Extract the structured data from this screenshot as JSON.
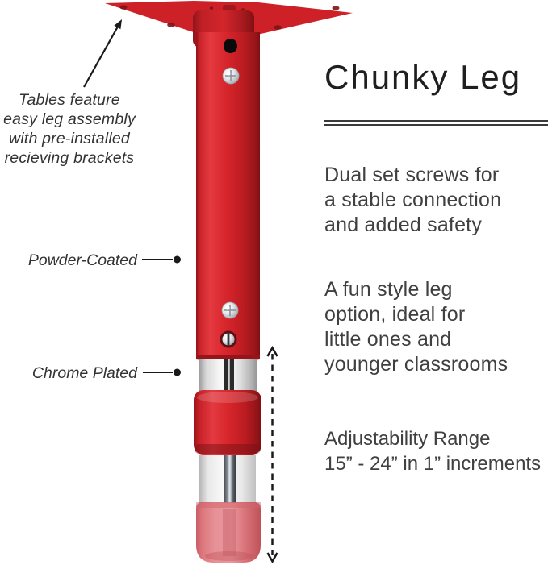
{
  "colors": {
    "background": "#ffffff",
    "leg_red": "#ce2127",
    "leg_red_dark": "#8e1317",
    "chrome_silver": "#e8e8e8",
    "foot_red": "#dd6f76",
    "title_text": "#1f1f1f",
    "body_text": "#404040",
    "annotation_text": "#333333",
    "divider_color": "#3a3a3a",
    "line_black": "#1a1a1a"
  },
  "left_annotations": {
    "assembly_note": {
      "lines": [
        "Tables feature",
        "easy leg assembly",
        "with pre-installed",
        "recieving brackets"
      ]
    },
    "powder_coated_label": "Powder-Coated",
    "chrome_plated_label": "Chrome Plated"
  },
  "right_panel": {
    "title": "Chunky Leg",
    "feature_1": {
      "lines": [
        "Dual set screws for",
        "a stable connection",
        "and added safety"
      ]
    },
    "feature_2": {
      "lines": [
        "A fun style leg",
        "option, ideal for",
        "little ones and",
        "younger classrooms"
      ]
    },
    "feature_3": {
      "lines": [
        "Adjustability Range",
        "15” - 24” in 1” increments"
      ]
    }
  },
  "icons": {
    "assembly_arrow": "diagonal-arrow-up-right",
    "range_arrow": "dashed-vertical-double-arrow",
    "leader_dot": "filled-circle"
  }
}
